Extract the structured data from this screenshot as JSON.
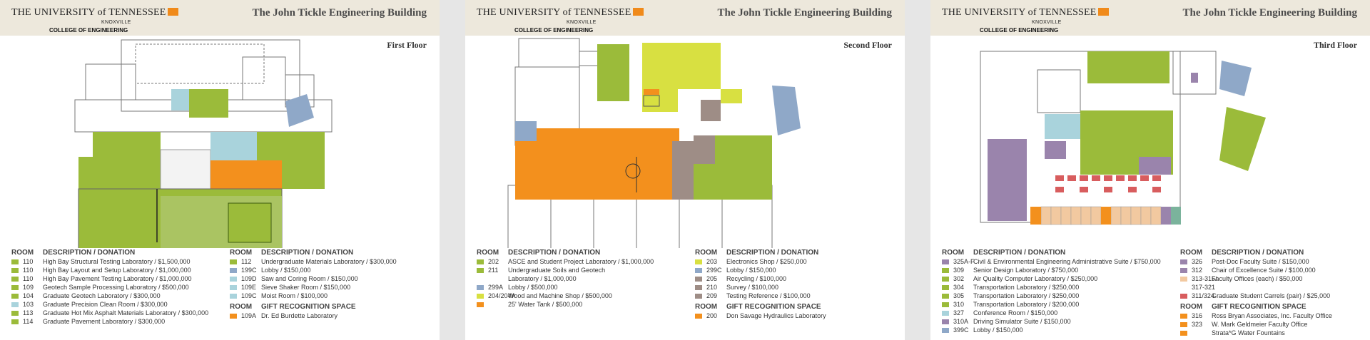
{
  "university_name": "THE UNIVERSITY of TENNESSEE",
  "location": "KNOXVILLE",
  "college": "COLLEGE OF ENGINEERING",
  "building": "The John Tickle Engineering Building",
  "colors": {
    "green": "#9bbb3a",
    "yellow": "#d8e041",
    "orange": "#f3901d",
    "blue": "#8fa8c8",
    "lightblue": "#a9d3dc",
    "purple": "#9a84ac",
    "brown": "#9e8d86",
    "red": "#d85d5e",
    "peach": "#f2c9a0",
    "teal": "#7bb39c",
    "gray": "#c8c8c8"
  },
  "legend_headers": {
    "room": "ROOM",
    "description": "DESCRIPTION / DONATION",
    "gift": "GIFT RECOGNITION SPACE"
  },
  "panels": [
    {
      "floor": "First Floor",
      "col1": [
        {
          "room": "110",
          "desc": "High Bay Structural Testing Laboratory / $1,500,000",
          "color": "green"
        },
        {
          "room": "110",
          "desc": "High Bay Layout and Setup Laboratory / $1,000,000",
          "color": "green"
        },
        {
          "room": "110",
          "desc": "High Bay Pavement Testing Laboratory / $1,000,000",
          "color": "green"
        },
        {
          "room": "109",
          "desc": "Geotech Sample Processing Laboratory / $500,000",
          "color": "green"
        },
        {
          "room": "104",
          "desc": "Graduate Geotech Laboratory / $300,000",
          "color": "green"
        },
        {
          "room": "103",
          "desc": "Graduate Precision Clean Room / $300,000",
          "color": "lightblue"
        },
        {
          "room": "113",
          "desc": "Graduate Hot Mix Asphalt Materials Laboratory / $300,000",
          "color": "green"
        },
        {
          "room": "114",
          "desc": "Graduate Pavement Laboratory / $300,000",
          "color": "green"
        }
      ],
      "col2": [
        {
          "room": "112",
          "desc": "Undergraduate Materials Laboratory / $300,000",
          "color": "green"
        },
        {
          "room": "199C",
          "desc": "Lobby / $150,000",
          "color": "blue"
        },
        {
          "room": "109D",
          "desc": "Saw and Coring Room / $150,000",
          "color": "lightblue"
        },
        {
          "room": "109E",
          "desc": "Sieve Shaker Room / $150,000",
          "color": "lightblue"
        },
        {
          "room": "109C",
          "desc": "Moist Room / $100,000",
          "color": "lightblue"
        }
      ],
      "gift": [
        {
          "room": "109A",
          "desc": "Dr. Ed Burdette Laboratory",
          "color": "orange"
        }
      ]
    },
    {
      "floor": "Second Floor",
      "col1": [
        {
          "room": "202",
          "desc": "ASCE and Student Project Laboratory / $1,000,000",
          "color": "green"
        },
        {
          "room": "211",
          "desc": "Undergraduate Soils and Geotech",
          "color": "green"
        },
        {
          "room": "",
          "desc": "Laboratory / $1,000,000",
          "color": ""
        },
        {
          "room": "299A",
          "desc": "Lobby / $500,000",
          "color": "blue"
        },
        {
          "room": "204/204A",
          "desc": "Wood and Machine Shop / $500,000",
          "color": "yellow"
        },
        {
          "room": "",
          "desc": "25' Water Tank / $500,000",
          "color": "orange"
        }
      ],
      "col2": [
        {
          "room": "203",
          "desc": "Electronics Shop / $250,000",
          "color": "yellow"
        },
        {
          "room": "299C",
          "desc": "Lobby / $150,000",
          "color": "blue"
        },
        {
          "room": "205",
          "desc": "Recycling / $100,000",
          "color": "brown"
        },
        {
          "room": "210",
          "desc": "Survey / $100,000",
          "color": "brown"
        },
        {
          "room": "209",
          "desc": "Testing Reference / $100,000",
          "color": "brown"
        }
      ],
      "gift": [
        {
          "room": "200",
          "desc": "Don Savage Hydraulics Laboratory",
          "color": "orange"
        }
      ]
    },
    {
      "floor": "Third Floor",
      "col1": [
        {
          "room": "325A-F",
          "desc": "Civil & Environmental Engineering Administrative Suite / $750,000",
          "color": "purple"
        },
        {
          "room": "309",
          "desc": "Senior Design Laboratory / $750,000",
          "color": "green"
        },
        {
          "room": "302",
          "desc": "Air Quality Computer Laboratory / $250,000",
          "color": "green"
        },
        {
          "room": "304",
          "desc": "Transportation Laboratory / $250,000",
          "color": "green"
        },
        {
          "room": "305",
          "desc": "Transportation Laboratory / $250,000",
          "color": "green"
        },
        {
          "room": "310",
          "desc": "Transportation Laboratory / $200,000",
          "color": "green"
        },
        {
          "room": "327",
          "desc": "Conference Room / $150,000",
          "color": "lightblue"
        },
        {
          "room": "310A",
          "desc": "Driving Simulator Suite / $150,000",
          "color": "purple"
        },
        {
          "room": "399C",
          "desc": "Lobby / $150,000",
          "color": "blue"
        }
      ],
      "col2": [
        {
          "room": "326",
          "desc": "Post-Doc Faculty Suite / $150,000",
          "color": "purple"
        },
        {
          "room": "312",
          "desc": "Chair of Excellence Suite / $100,000",
          "color": "purple"
        },
        {
          "room": "313-315/",
          "desc": "Faculty Offices (each) / $50,000",
          "color": "peach"
        },
        {
          "room": "317-321",
          "desc": "",
          "color": ""
        },
        {
          "room": "311/324",
          "desc": "Graduate Student Carrels (pair) / $25,000",
          "color": "red"
        }
      ],
      "gift": [
        {
          "room": "316",
          "desc": "Ross Bryan Associates, Inc. Faculty Office",
          "color": "orange"
        },
        {
          "room": "323",
          "desc": "W. Mark Geldmeier Faculty Office",
          "color": "orange"
        },
        {
          "room": "",
          "desc": "Strata*G Water Fountains",
          "color": "orange"
        }
      ]
    }
  ]
}
